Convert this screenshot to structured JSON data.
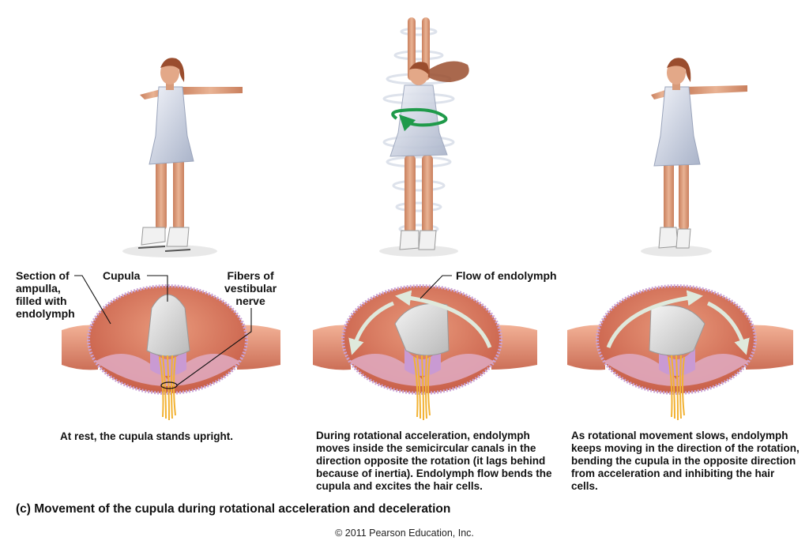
{
  "labels": {
    "section": "Section of\nampulla,\nfilled with\nendolymph",
    "cupula": "Cupula",
    "fibers": "Fibers of\nvestibular\nnerve",
    "flow": "Flow of endolymph"
  },
  "captions": {
    "rest": "At rest, the cupula stands upright.",
    "acceleration": "During rotational acceleration, endolymph moves inside the semicircular canals in the direction opposite the rotation (it lags behind because of inertia). Endolymph flow bends the cupula and excites the hair cells.",
    "deceleration": "As rotational movement slows, endolymph keeps moving in the direction of the rotation, bending the cupula in the opposite direction from acceleration and inhibiting the hair cells."
  },
  "figure_title": "(c) Movement of the cupula during rotational acceleration and deceleration",
  "copyright": "© 2011 Pearson Education, Inc.",
  "colors": {
    "ampulla_outer": "#e88c6c",
    "ampulla_inner": "#d9705a",
    "membrane": "#c9a3d6",
    "cupula": "#e6e6e6",
    "nerve": "#f2b233",
    "flow_arrow": "#dfe9dc",
    "rotation_arrow": "#1f9a4a",
    "dress": "#dde2ee",
    "skin": "#e0a482",
    "hair": "#9a4d2e"
  }
}
